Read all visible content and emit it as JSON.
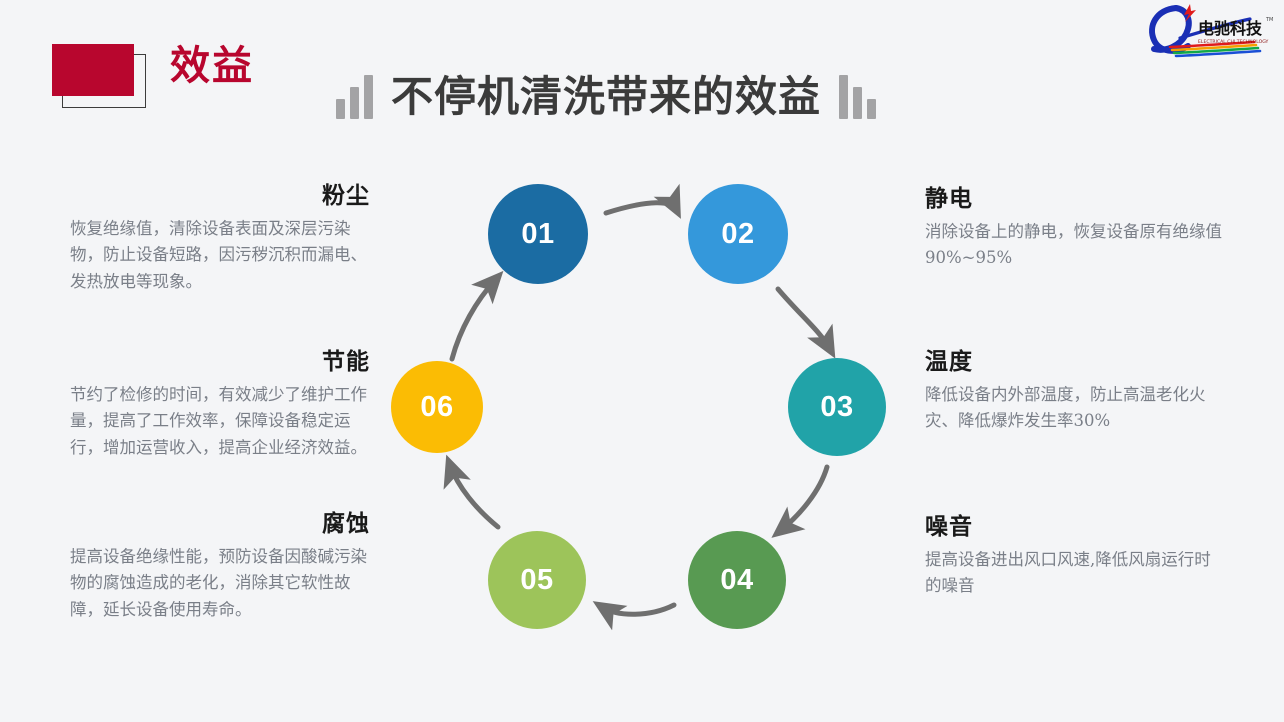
{
  "header": {
    "badge_label": "效益",
    "title": "不停机清洗带来的效益",
    "left_bars": "ascending-bars-icon",
    "right_bars": "descending-bars-icon",
    "accent_red": "#b8062e",
    "title_color": "#3b3b3b"
  },
  "logo": {
    "name_cn": "电驰科技",
    "name_en": "ELECTRICAL CHI TECHNOLOGY",
    "trademark": "TM"
  },
  "diagram": {
    "type": "cycle",
    "steps": [
      {
        "number": "01",
        "color": "#1b6ca3"
      },
      {
        "number": "02",
        "color": "#3498db"
      },
      {
        "number": "03",
        "color": "#21a3a8"
      },
      {
        "number": "04",
        "color": "#589a52"
      },
      {
        "number": "05",
        "color": "#9dc45a"
      },
      {
        "number": "06",
        "color": "#fbbc04"
      }
    ],
    "arrow_color": "#6f6f6f"
  },
  "blocks": {
    "dust": {
      "heading": "粉尘",
      "body": "恢复绝缘值，清除设备表面及深层污染物，防止设备短路，因污秽沉积而漏电、发热放电等现象。"
    },
    "energy": {
      "heading": "节能",
      "body": "节约了检修的时间，有效减少了维护工作量，提高了工作效率，保障设备稳定运行，增加运营收入，提高企业经济效益。"
    },
    "corrosion": {
      "heading": "腐蚀",
      "body": "提高设备绝缘性能，预防设备因酸碱污染物的腐蚀造成的老化，消除其它软性故障，延长设备使用寿命。"
    },
    "static": {
      "heading": "静电",
      "body": "消除设备上的静电，恢复设备原有绝缘值90%~95%"
    },
    "temperature": {
      "heading": "温度",
      "body": "降低设备内外部温度，防止高温老化火灾、降低爆炸发生率30%"
    },
    "noise": {
      "heading": "噪音",
      "body": "提高设备进出风口风速,降低风扇运行时的噪音"
    }
  }
}
